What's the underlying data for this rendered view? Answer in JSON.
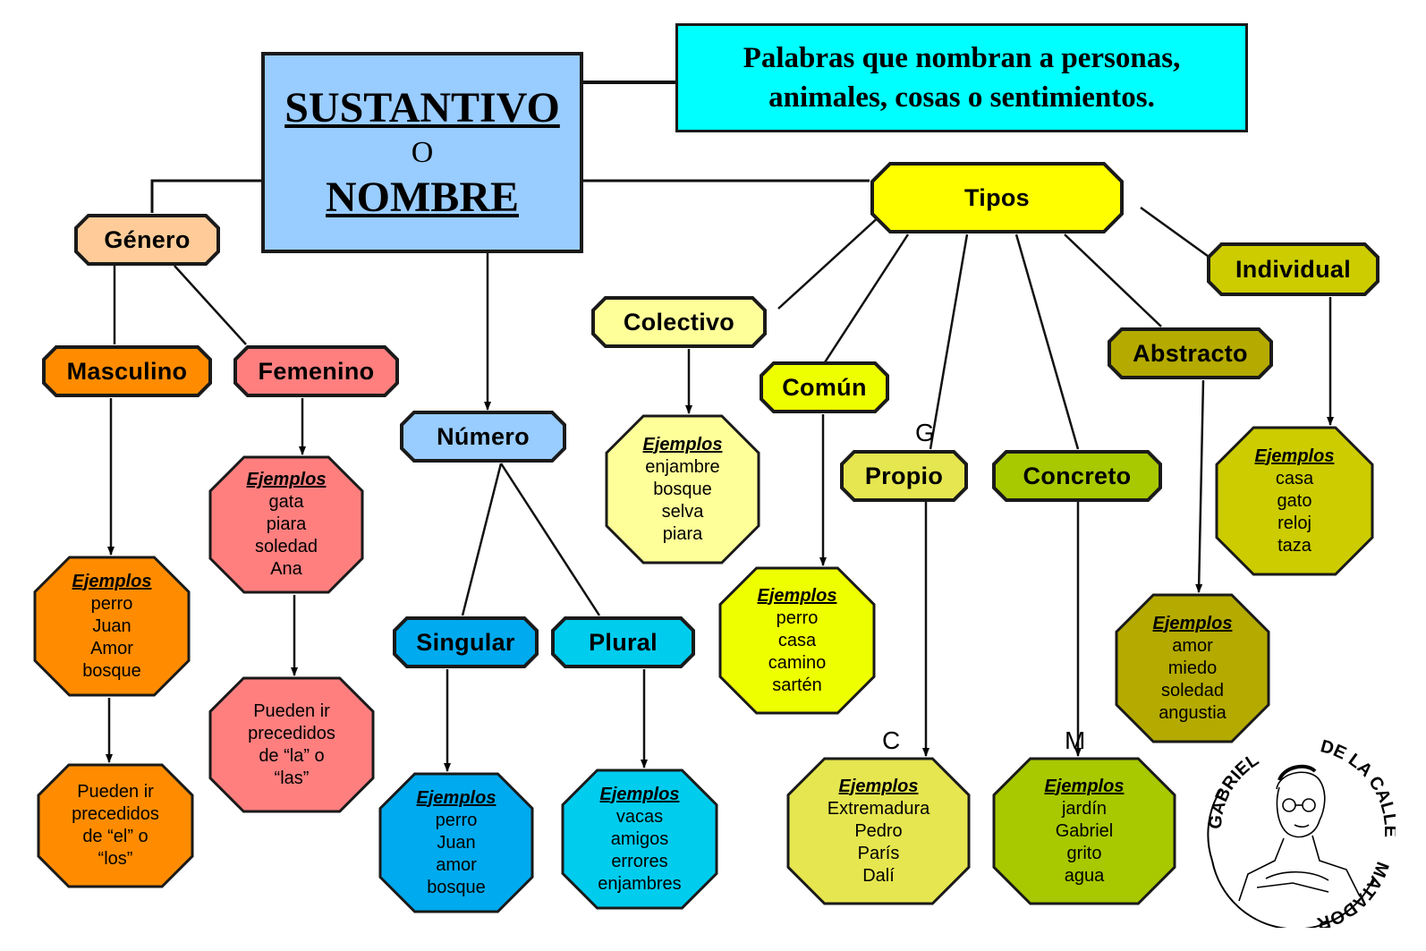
{
  "main": {
    "title": "SUSTANTIVO",
    "connector": "O",
    "subtitle": "NOMBRE"
  },
  "definition": {
    "line1": "Palabras que nombran a personas,",
    "line2": "animales, cosas o sentimientos."
  },
  "nodes": {
    "genero": "Género",
    "masculino": "Masculino",
    "femenino": "Femenino",
    "numero": "Número",
    "singular": "Singular",
    "plural": "Plural",
    "tipos": "Tipos",
    "colectivo": "Colectivo",
    "comun": "Común",
    "propio": "Propio",
    "concreto": "Concreto",
    "abstracto": "Abstracto",
    "individual": "Individual"
  },
  "examples_heading": "Ejemplos",
  "examples": {
    "masculino": [
      "perro",
      "Juan",
      "Amor",
      "bosque"
    ],
    "femenino": [
      "gata",
      "piara",
      "soledad",
      "Ana"
    ],
    "singular": [
      "perro",
      "Juan",
      "amor",
      "bosque"
    ],
    "plural": [
      "vacas",
      "amigos",
      "errores",
      "enjambres"
    ],
    "colectivo": [
      "enjambre",
      "bosque",
      "selva",
      "piara"
    ],
    "comun": [
      "perro",
      "casa",
      "camino",
      "sartén"
    ],
    "propio": [
      "Extremadura",
      "Pedro",
      "París",
      "Dalí"
    ],
    "concreto": [
      "jardín",
      "Gabriel",
      "grito",
      "agua"
    ],
    "abstracto": [
      "amor",
      "miedo",
      "soledad",
      "angustia"
    ],
    "individual": [
      "casa",
      "gato",
      "reloj",
      "taza"
    ]
  },
  "notes": {
    "masculino": [
      "Pueden ir",
      "precedidos",
      "de “el” o",
      "“los”"
    ],
    "femenino": [
      "Pueden ir",
      "precedidos",
      "de “la” o",
      "“las”"
    ]
  },
  "letters": {
    "g": "G",
    "c": "C",
    "m": "M"
  },
  "logo": {
    "top_text": "GABRIEL",
    "right_text": "DE LA CALLE",
    "bottom_text": "MATADOR"
  },
  "colors": {
    "main": "#99ccff",
    "definition": "#00ffff",
    "genero": "#ffcc99",
    "masculino": "#ff8c00",
    "femenino": "#ff7f7f",
    "numero": "#99ccff",
    "singular": "#00aaee",
    "plural": "#00ccee",
    "tipos": "#ffff00",
    "colectivo": "#ffff99",
    "comun": "#eeff00",
    "propio": "#e6e650",
    "concreto": "#a8c800",
    "abstracto": "#b4aa00",
    "individual": "#cccc00"
  }
}
